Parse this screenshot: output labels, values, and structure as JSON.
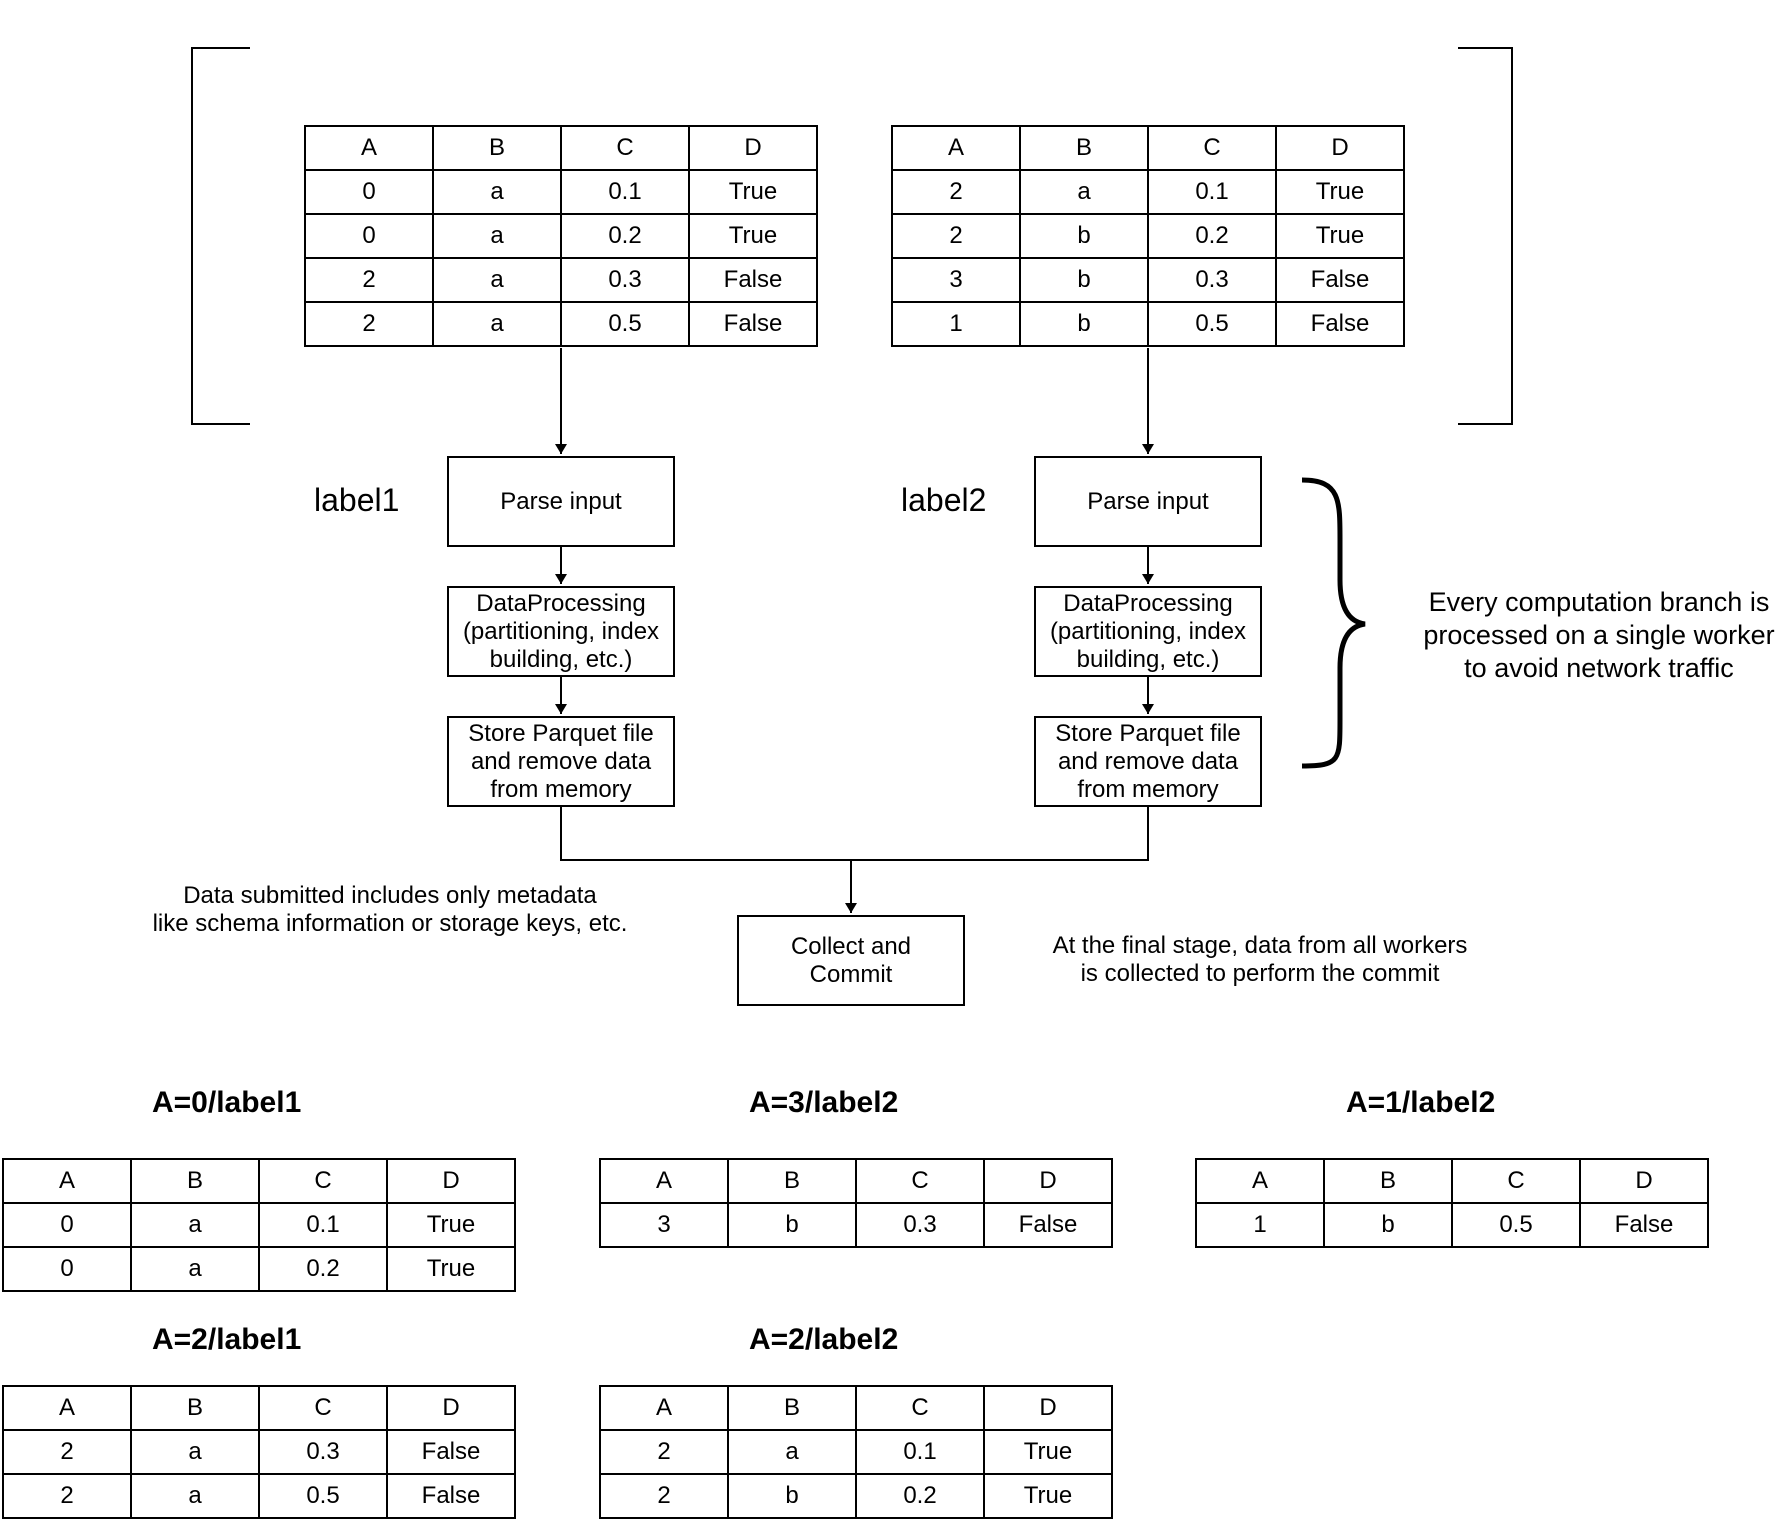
{
  "header": [
    "A",
    "B",
    "C",
    "D"
  ],
  "input_tables": [
    {
      "rows": [
        [
          "0",
          "a",
          "0.1",
          "True"
        ],
        [
          "0",
          "a",
          "0.2",
          "True"
        ],
        [
          "2",
          "a",
          "0.3",
          "False"
        ],
        [
          "2",
          "a",
          "0.5",
          "False"
        ]
      ]
    },
    {
      "rows": [
        [
          "2",
          "a",
          "0.1",
          "True"
        ],
        [
          "2",
          "b",
          "0.2",
          "True"
        ],
        [
          "3",
          "b",
          "0.3",
          "False"
        ],
        [
          "1",
          "b",
          "0.5",
          "False"
        ]
      ]
    }
  ],
  "branches": [
    {
      "label": "label1",
      "parse": "Parse input",
      "process": "DataProcessing\n(partitioning, index\nbuilding, etc.)",
      "store": "Store Parquet file\nand remove data\nfrom memory"
    },
    {
      "label": "label2",
      "parse": "Parse input",
      "process": "DataProcessing\n(partitioning, index\nbuilding, etc.)",
      "store": "Store Parquet file\nand remove data\nfrom memory"
    }
  ],
  "brace_note": "Every computation branch is\nprocessed on a single worker\nto avoid network traffic",
  "metadata_note": "Data submitted includes only metadata\nlike schema information or storage keys, etc.",
  "commit_box": "Collect and\nCommit",
  "final_note": "At the final stage, data from all workers\nis collected to perform the commit",
  "partitions": [
    {
      "title": "A=0/label1",
      "rows": [
        [
          "0",
          "a",
          "0.1",
          "True"
        ],
        [
          "0",
          "a",
          "0.2",
          "True"
        ]
      ]
    },
    {
      "title": "A=3/label2",
      "rows": [
        [
          "3",
          "b",
          "0.3",
          "False"
        ]
      ]
    },
    {
      "title": "A=1/label2",
      "rows": [
        [
          "1",
          "b",
          "0.5",
          "False"
        ]
      ]
    },
    {
      "title": "A=2/label1",
      "rows": [
        [
          "2",
          "a",
          "0.3",
          "False"
        ],
        [
          "2",
          "a",
          "0.5",
          "False"
        ]
      ]
    },
    {
      "title": "A=2/label2",
      "rows": [
        [
          "2",
          "a",
          "0.1",
          "True"
        ],
        [
          "2",
          "b",
          "0.2",
          "True"
        ]
      ]
    }
  ]
}
